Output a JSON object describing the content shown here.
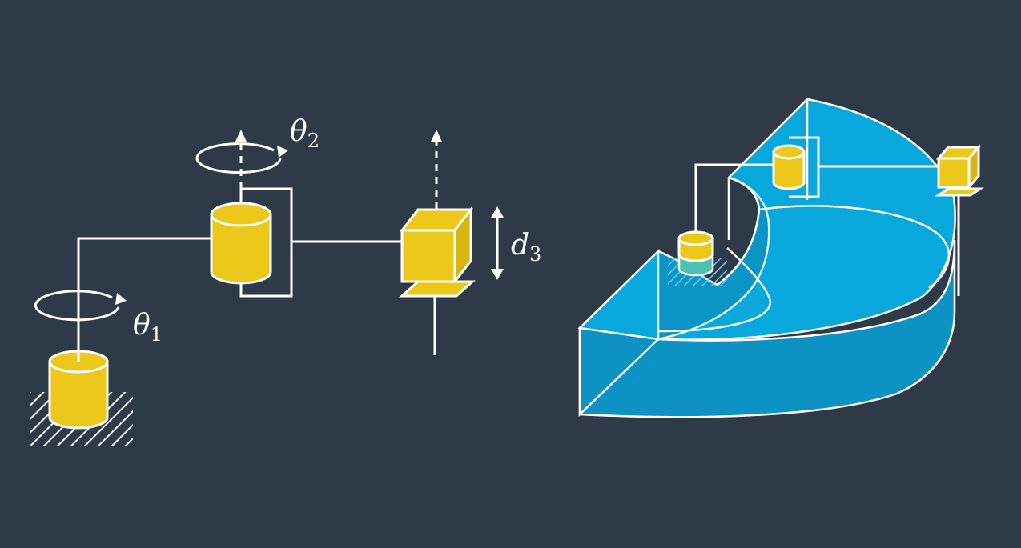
{
  "labels": {
    "theta1": {
      "main": "θ",
      "sub": "1"
    },
    "theta2": {
      "main": "θ",
      "sub": "2"
    },
    "d3": {
      "main": "d",
      "sub": "3"
    }
  },
  "colors": {
    "background": "#2e3a48",
    "joint": "#ecc81a",
    "workspace": "#08a7dc",
    "line": "#ffffff"
  }
}
